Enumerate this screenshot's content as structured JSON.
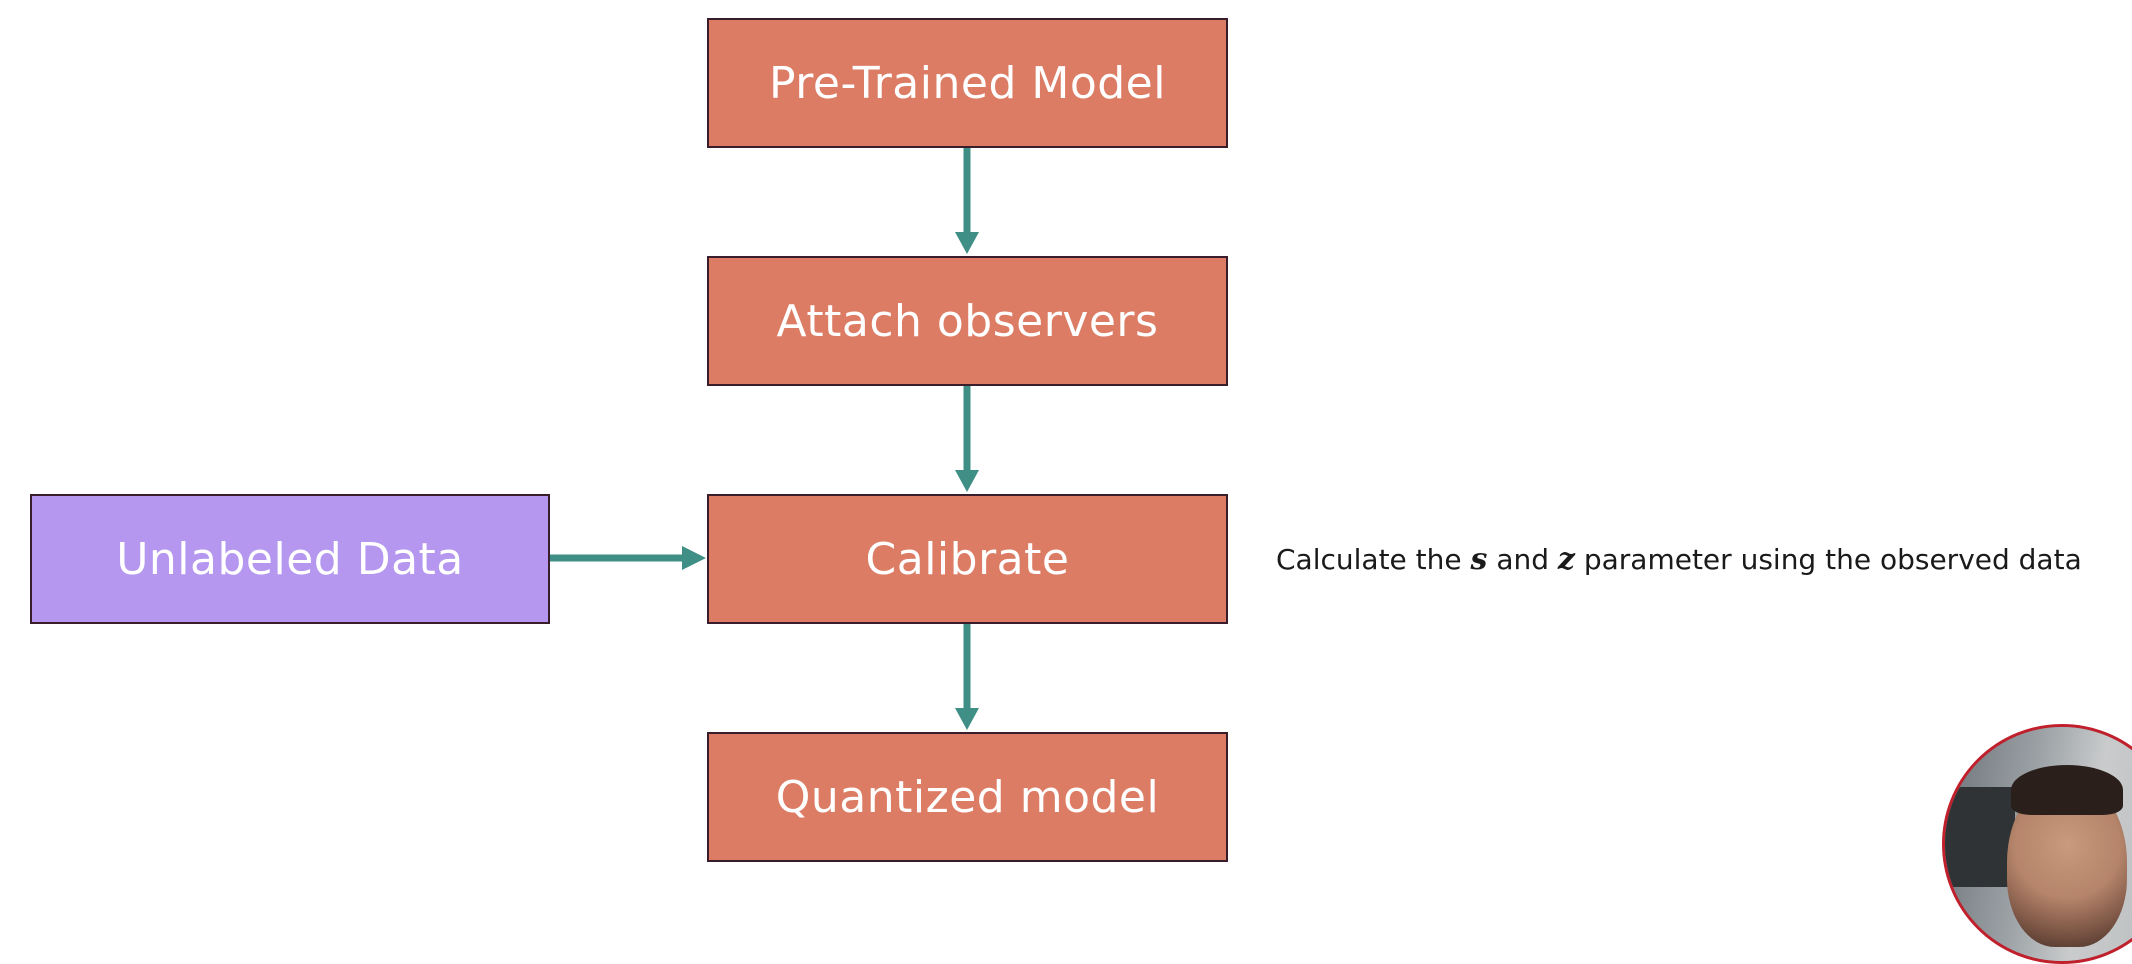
{
  "diagram": {
    "steps": [
      {
        "id": "pretrained",
        "label": "Pre-Trained Model"
      },
      {
        "id": "observers",
        "label": "Attach observers"
      },
      {
        "id": "calibrate",
        "label": "Calibrate"
      },
      {
        "id": "quantized",
        "label": "Quantized model"
      }
    ],
    "input": {
      "id": "unlabeled",
      "label": "Unlabeled Data"
    },
    "annotation": {
      "prefix": "Calculate the ",
      "var_s": "s",
      "middle": " and ",
      "var_z": "z",
      "suffix": " parameter using the observed data"
    },
    "colors": {
      "step_fill": "#dd7c64",
      "input_fill": "#b597f0",
      "box_border": "#3a1d2a",
      "arrow": "#3f8f86",
      "webcam_ring": "#c0202c"
    }
  },
  "webcam": {
    "label": "presenter-webcam"
  }
}
